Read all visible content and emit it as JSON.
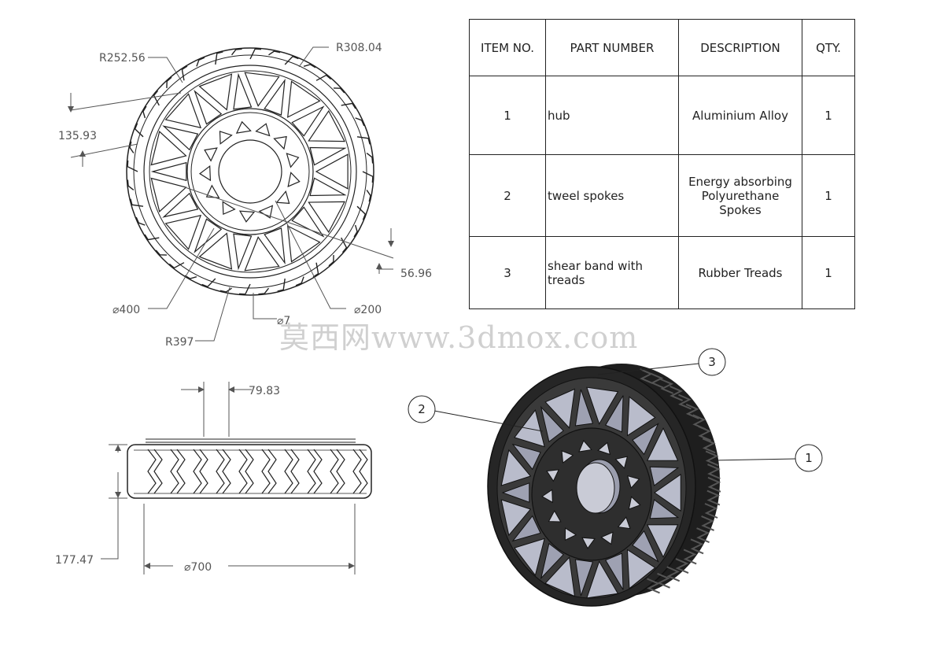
{
  "table": {
    "headers": [
      "ITEM NO.",
      "PART NUMBER",
      "DESCRIPTION",
      "QTY."
    ],
    "rows": [
      {
        "item": "1",
        "part": "hub",
        "description": "Aluminium Alloy",
        "qty": "1"
      },
      {
        "item": "2",
        "part": "tweel spokes",
        "description": "Energy absorbing Polyurethane Spokes",
        "qty": "1"
      },
      {
        "item": "3",
        "part": "shear band with treads",
        "description": "Rubber Treads",
        "qty": "1"
      }
    ]
  },
  "dimensions": {
    "r_outer": "R308.04",
    "r_inner": "R252.56",
    "r_397": "R397",
    "d_400": "⌀400",
    "d_200": "⌀200",
    "d_hidden": "⌀7",
    "d_700": "⌀700",
    "tread_pitch": "79.83",
    "width": "177.47",
    "dim_13593": "135.93",
    "dim_5696": "56.96"
  },
  "balloons": [
    "1",
    "2",
    "3"
  ],
  "watermark": "莫西网www.3dmox.com",
  "colors": {
    "line": "#222222",
    "dim": "#555555",
    "tire": "#1e1e1e",
    "spoke_fill": "#b9bccb"
  }
}
